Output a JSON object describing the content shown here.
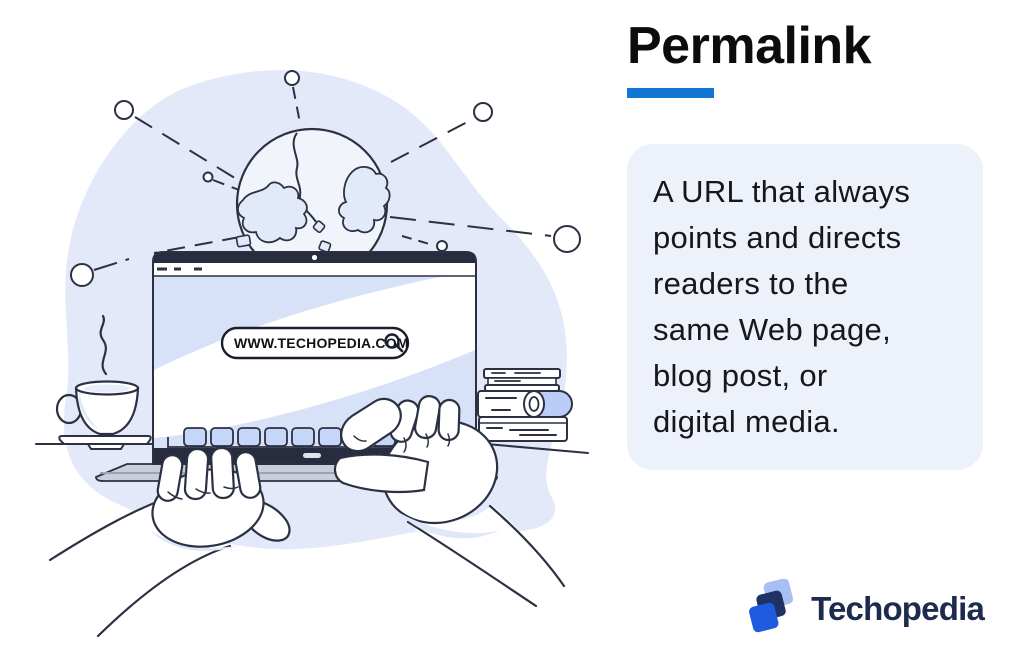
{
  "page": {
    "background_color": "#ffffff"
  },
  "header": {
    "title": "Permalink",
    "accent_bar_color": "#1277d2"
  },
  "definition_card": {
    "background_color": "#edf1fa",
    "lines": [
      "A URL that always",
      "points and directs",
      "readers to the",
      "same Web page,",
      "blog post, or",
      "digital media."
    ]
  },
  "illustration": {
    "laptop_screen_url": "WWW.TECHOPEDIA.COM",
    "icons": {
      "magnifier_icon": "⌕",
      "globe_icon": "🌐",
      "network_node_icon": "○",
      "webcam_icon": "•",
      "steam_icon": "~",
      "coffee_cup_icon": "☕",
      "book_stack_icon": "📚"
    },
    "palette": {
      "outline": "#2b3142",
      "blob": "#e3e9f8",
      "screen_blue": "#d7e1f7",
      "key_blue": "#c5d6f8",
      "book_blue": "#b9cdf8",
      "base_gray": "#c9cedb"
    }
  },
  "branding": {
    "logo_text": "Techopedia",
    "logo_navy": "#1c2b4e",
    "logo_blue": "#1f5be0",
    "logo_light_blue": "#a7bff2"
  }
}
